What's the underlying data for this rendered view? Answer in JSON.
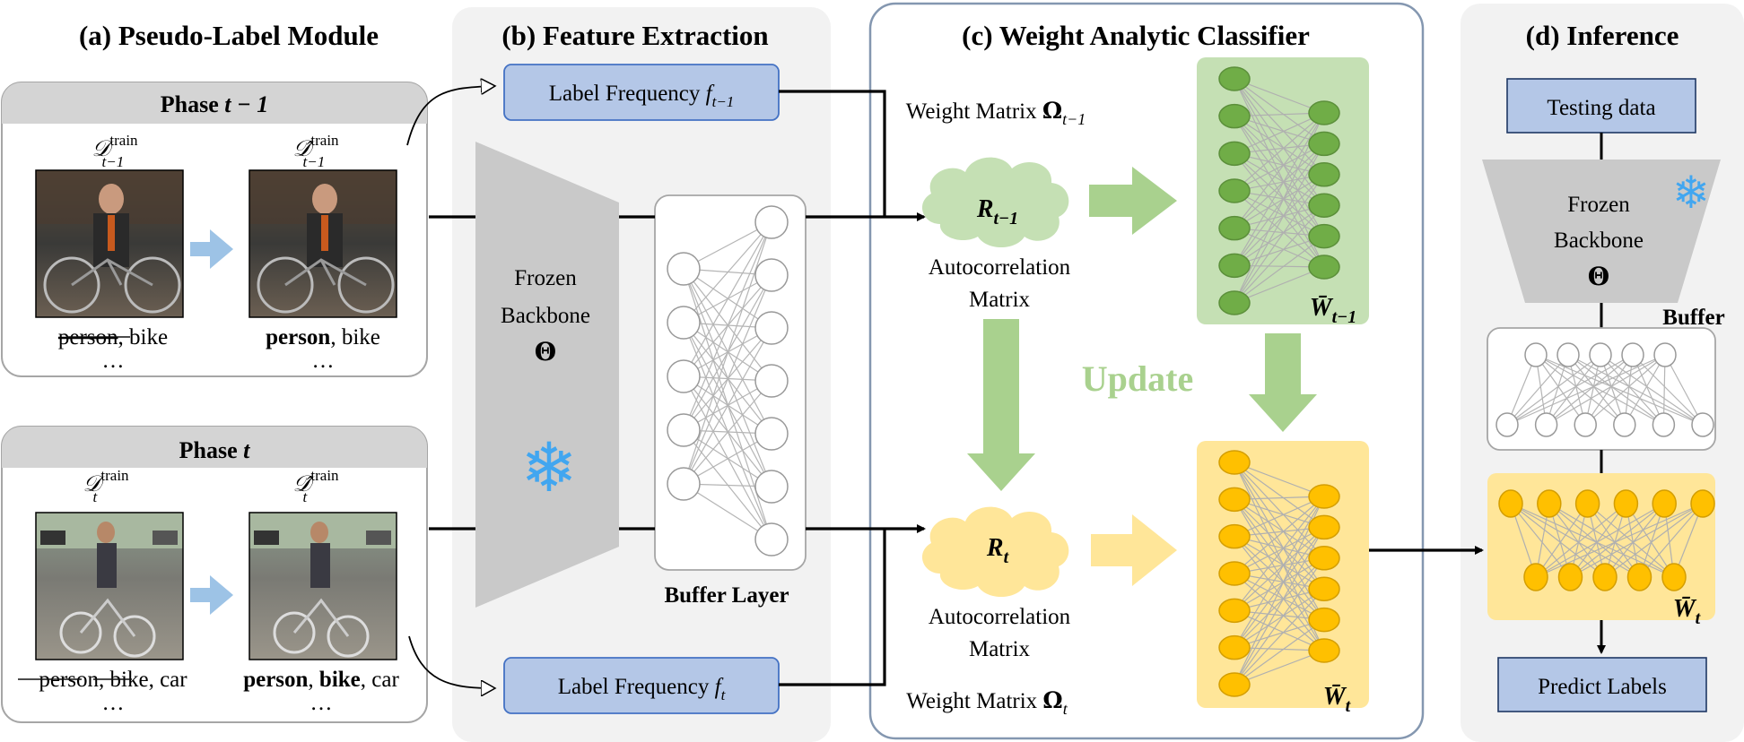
{
  "panels": {
    "a": {
      "title": "(a) Pseudo-Label Module"
    },
    "b": {
      "title": "(b) Feature Extraction"
    },
    "c": {
      "title": "(c) Weight Analytic Classifier"
    },
    "d": {
      "title": "(d) Inference"
    }
  },
  "phase_prev": {
    "header_word": "Phase",
    "header_math": "t − 1",
    "dataset_left": "𝒟",
    "dataset_left_sup": "train",
    "dataset_left_sub": "t−1",
    "dataset_right": "𝒟̂",
    "dataset_right_sup": "train",
    "dataset_right_sub": "t−1",
    "labels_left_struck": "person",
    "labels_left_rest": ", bike",
    "labels_right_bold": "person",
    "labels_right_rest": ", bike",
    "ellipsis": "…"
  },
  "phase_cur": {
    "header_word": "Phase",
    "header_math": "t",
    "dataset_left": "𝒟",
    "dataset_left_sup": "train",
    "dataset_left_sub": "t",
    "dataset_right": "𝒟̂",
    "dataset_right_sup": "train",
    "dataset_right_sub": "t",
    "labels_left_struck1": "person",
    "labels_left_sep": ", ",
    "labels_left_struck2": "bike",
    "labels_left_rest": ", car",
    "labels_right_bold1": "person",
    "labels_right_sep": ", ",
    "labels_right_bold2": "bike",
    "labels_right_rest": ", car",
    "ellipsis": "…"
  },
  "feature_extraction": {
    "label_freq_prev": "Label Frequency ",
    "label_freq_prev_math": "f",
    "label_freq_prev_sub": "t−1",
    "label_freq_cur": "Label Frequency ",
    "label_freq_cur_math": "f",
    "label_freq_cur_sub": "t",
    "backbone_line1": "Frozen",
    "backbone_line2": "Backbone",
    "backbone_symbol": "𝚯",
    "buffer_label": "Buffer Layer",
    "snowflake": "❄"
  },
  "classifier": {
    "weight_prev": "Weight Matrix ",
    "weight_prev_math": "𝛀",
    "weight_prev_sub": "t−1",
    "weight_cur": "Weight Matrix ",
    "weight_cur_math": "𝛀",
    "weight_cur_sub": "t",
    "r_prev": "R",
    "r_prev_sub": "t−1",
    "r_cur": "R",
    "r_cur_sub": "t",
    "autocorr_line1": "Autocorrelation",
    "autocorr_line2": "Matrix",
    "update": "Update",
    "w_prev": "W̄",
    "w_prev_sub": "t−1",
    "w_cur": "W̄",
    "w_cur_sub": "t"
  },
  "inference": {
    "testing_data": "Testing data",
    "backbone_line1": "Frozen",
    "backbone_line2": "Backbone",
    "backbone_symbol": "𝚯",
    "buffer": "Buffer",
    "w_cur": "W̄",
    "w_cur_sub": "t",
    "predict": "Predict Labels",
    "snowflake": "❄"
  },
  "colors": {
    "panel_gray": "#f2f2f2",
    "phase_header": "#d4d4d4",
    "blue_box": "#b4c7e7",
    "blue_box_stroke": "#4472c4",
    "green_bg": "#c5e0b4",
    "green_node": "#70ad47",
    "green_arrow": "#a9d18e",
    "green_text": "#a9d18e",
    "yellow_bg": "#ffe699",
    "yellow_node": "#ffc000",
    "yellow_arrow": "#ffe699",
    "backbone_gray": "#c9c9c9",
    "snowflake_blue": "#41a6f0",
    "panel_c_stroke": "#8497b0",
    "light_arrow_blue": "#9dc3e6"
  }
}
